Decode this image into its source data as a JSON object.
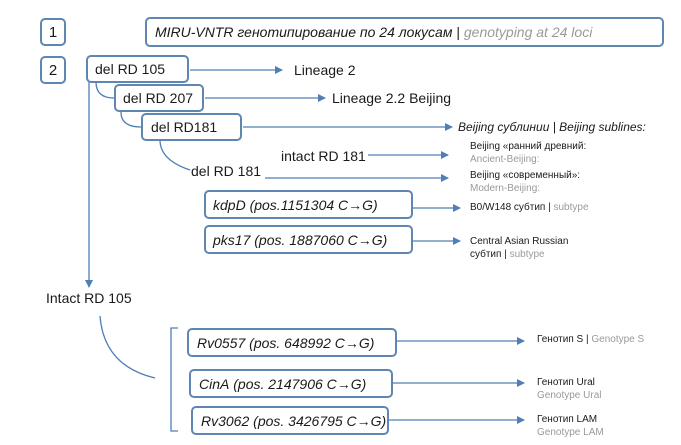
{
  "step1": {
    "number": "1",
    "title_main": "MIRU-VNTR генотипирование по 24 локусам",
    "title_sep": " | ",
    "title_alt": "genotyping at 24 loci"
  },
  "step2": {
    "number": "2",
    "del_rd105": "del RD 105",
    "lineage2": "Lineage 2",
    "del_rd207": "del RD 207",
    "lineage22": "Lineage 2.2 Beijing",
    "del_rd181_a": "del RD181",
    "beijing_sublines": "Beijing сублинии | Beijing sublines:",
    "intact_rd181": "intact RD 181",
    "del_rd181_b": "del RD 181",
    "early_ru": "Beijing «ранний древний:",
    "early_en": "Ancient-Beijing:",
    "modern_ru": "Beijing «современный»:",
    "modern_en": "Modern-Beijing:",
    "kdpd_name": "kdpD",
    "kdpd_pos": " (pos.1151304 C→G)",
    "kdpd_result": "B0/W148 субтип",
    "kdpd_result_sep": " | ",
    "kdpd_result_en": "subtype",
    "pks17_name": "pks17",
    "pks17_pos": " (pos. 1887060 C→G)",
    "pks17_result_1": "Central Asian Russian",
    "pks17_result_2": "субтип",
    "pks17_result_sep": " | ",
    "pks17_result_en": "subtype"
  },
  "intact": {
    "label": "Intact RD 105",
    "rv0557_name": "Rv0557",
    "rv0557_pos": " (pos. 648992 C→G)",
    "rv0557_result": "Генотип S",
    "rv0557_sep": " | ",
    "rv0557_result_en": "Genotype S",
    "cina_name": "CinA",
    "cina_pos": " (pos. 2147906 C→G)",
    "cina_result": "Генотип Ural",
    "cina_result_en": "Genotype Ural",
    "rv3062_name": "Rv3062",
    "rv3062_pos": " (pos. 3426795 C→G)",
    "rv3062_result": "Генотип LAM",
    "rv3062_result_en": "Genotype LAM"
  },
  "colors": {
    "box_border": "#5f86b3",
    "arrow": "#4f7fb5",
    "muted_text": "#9a9a9a"
  }
}
